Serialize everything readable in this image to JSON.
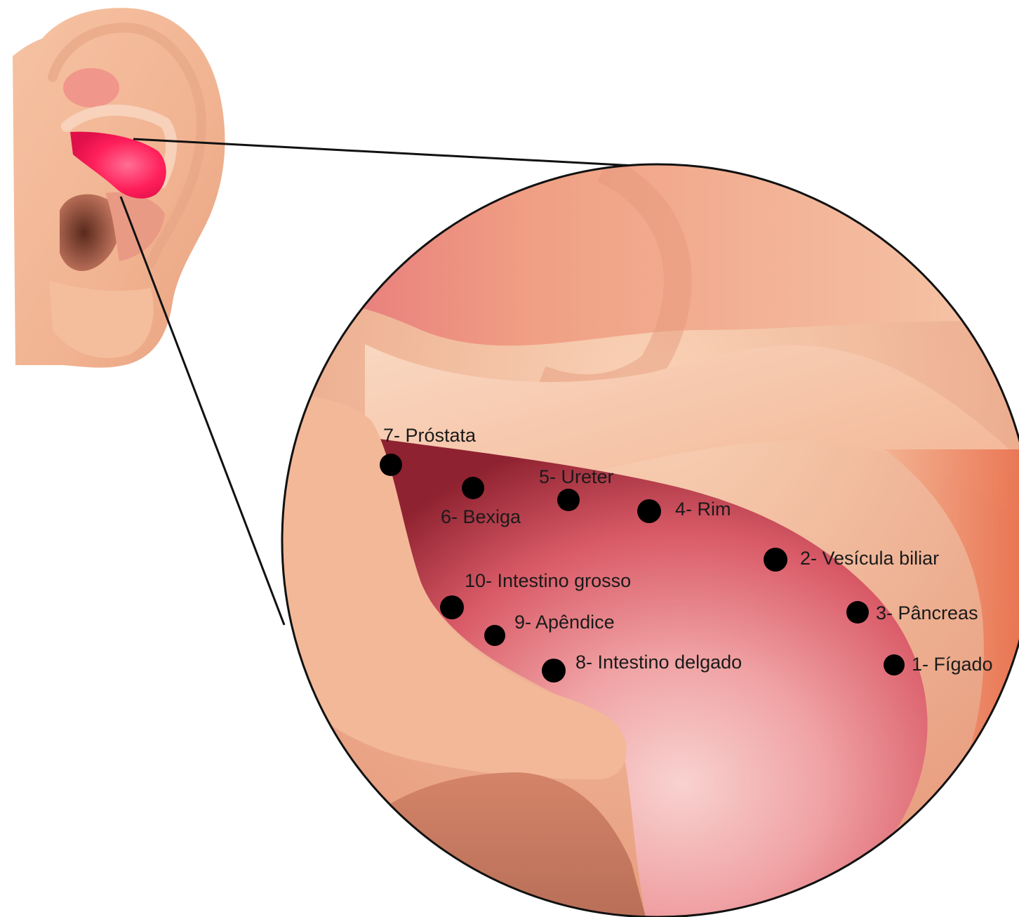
{
  "colors": {
    "skin_light": "#f6c6a6",
    "skin_mid": "#eea585",
    "skin_dark": "#d98b6c",
    "highlight_pink": "#ff1f5a",
    "concha_red": "#9a2632",
    "concha_pink": "#f0a2a4",
    "point": "#000000",
    "outline": "#111111"
  },
  "points": [
    {
      "id": "p1",
      "label": "1- Fígado"
    },
    {
      "id": "p2",
      "label": "2- Vesícula biliar"
    },
    {
      "id": "p3",
      "label": "3- Pâncreas"
    },
    {
      "id": "p4",
      "label": "4- Rim"
    },
    {
      "id": "p5",
      "label": "5- Ureter"
    },
    {
      "id": "p6",
      "label": "6- Bexiga"
    },
    {
      "id": "p7",
      "label": "7- Próstata"
    },
    {
      "id": "p8",
      "label": "8- Intestino delgado"
    },
    {
      "id": "p9",
      "label": "9- Apêndice"
    },
    {
      "id": "p10",
      "label": "10- Intestino grosso"
    }
  ]
}
